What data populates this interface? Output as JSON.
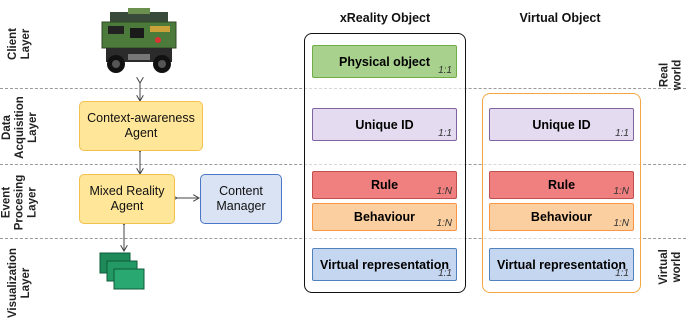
{
  "layers": {
    "client": "Client\nLayer",
    "data_acquisition": "Data\nAcquisition\nLayer",
    "event_processing": "Event\nProcesing\nLayer",
    "visualization": "Visualization\nLayer"
  },
  "agents": {
    "context_awareness": "Context-awareness\nAgent",
    "mixed_reality": "Mixed Reality\nAgent",
    "content_manager": "Content\nManager"
  },
  "columns": {
    "xreality": "xReality Object",
    "virtual": "Virtual Object"
  },
  "xreality_objects": {
    "physical": {
      "label": "Physical object",
      "card": "1:1"
    },
    "unique_id": {
      "label": "Unique ID",
      "card": "1:1"
    },
    "rule": {
      "label": "Rule",
      "card": "1:N"
    },
    "behaviour": {
      "label": "Behaviour",
      "card": "1:N"
    },
    "virtual_rep": {
      "label": "Virtual representation",
      "card": "1:1"
    }
  },
  "virtual_objects": {
    "unique_id": {
      "label": "Unique ID",
      "card": "1:1"
    },
    "rule": {
      "label": "Rule",
      "card": "1:N"
    },
    "behaviour": {
      "label": "Behaviour",
      "card": "1:N"
    },
    "virtual_rep": {
      "label": "Virtual representation",
      "card": "1:1"
    }
  },
  "worlds": {
    "real": "Real\nworld",
    "virtual": "Virtual\nworld"
  },
  "colors": {
    "agent_fill": "#ffe699",
    "agent_border": "#f2c14e",
    "manager_fill": "#dae3f3",
    "manager_border": "#4a76c6",
    "physical": "#a9d18e",
    "unique_id": "#e4dbf0",
    "rule": "#f08080",
    "behaviour": "#fbcf9f",
    "virtual_rep": "#c5d6f0",
    "virtual_frame": "#f4a641",
    "screen": "#1e8a5a"
  }
}
